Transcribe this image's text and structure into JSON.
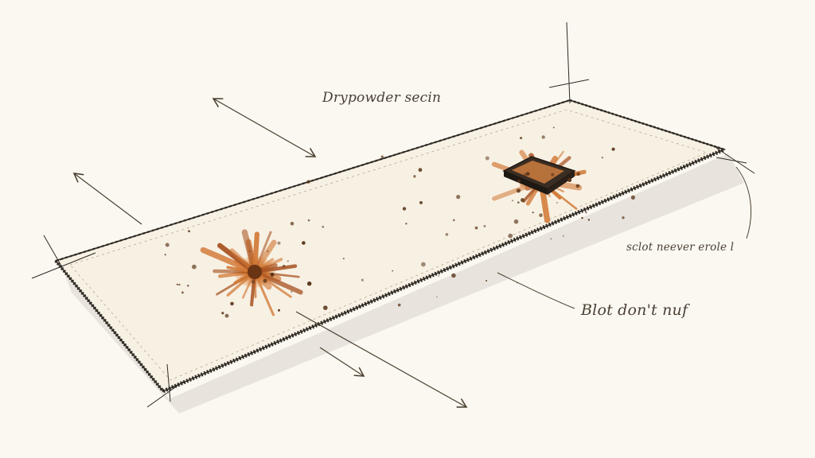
{
  "annotations": {
    "top_label": "Drypowder secin",
    "right_label": "sclot neever erole l",
    "bottom_label": "Blot don't nuf"
  },
  "colors": {
    "paper": "#fbf8f1",
    "ink": "#2f2a24",
    "stain": "#c8682a",
    "stain_dark": "#6b3a18",
    "arrow": "#4b4030"
  },
  "icons": [
    "stain-splatter-icon",
    "pad-block-icon",
    "arrow-icon"
  ]
}
